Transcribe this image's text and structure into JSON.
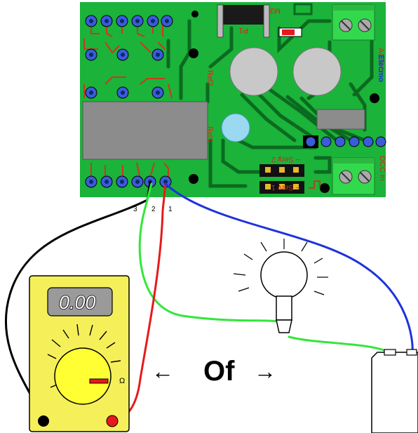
{
  "pcb": {
    "labels": {
      "rel2": "Rel2",
      "rel1": "Rel1",
      "m3": "M3",
      "p1": "P1",
      "acdc": "AC/DC",
      "brand": "Elecmo",
      "dcc_in": "DCC in",
      "serv2": "− Serv 2",
      "serv1": "− Serv 1",
      "plus": "+"
    },
    "pins": [
      "3",
      "2",
      "1"
    ]
  },
  "meter": {
    "display": "0.00",
    "ohm": "Ω"
  },
  "caption": {
    "left_arrow": "←",
    "text": "Of",
    "right_arrow": "→"
  },
  "colors": {
    "pcb_green": "#1bb33a",
    "trace_dark": "#0b7a24",
    "wire_black": "#000000",
    "wire_green": "#33e63a",
    "wire_red": "#e61a1a",
    "wire_blue": "#1f33d9",
    "meter_yellow": "#f5f05a",
    "knob_yellow": "#ffff33",
    "relay_grey": "#8c8c8c",
    "terminal_green": "#33d94d"
  },
  "icons": [
    "multimeter-icon",
    "bulb-icon",
    "battery-icon",
    "relay-icon",
    "terminal-block-icon"
  ]
}
